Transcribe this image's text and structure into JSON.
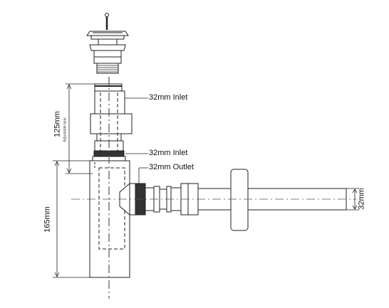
{
  "labels": {
    "inlet_top": "32mm Inlet",
    "inlet_lower": "32mm Inlet",
    "outlet": "32mm Outlet",
    "height_upper": "125mm",
    "adjustable_note": "Adjustable tank",
    "height_lower": "165mm",
    "pipe_diameter": "32mm"
  }
}
